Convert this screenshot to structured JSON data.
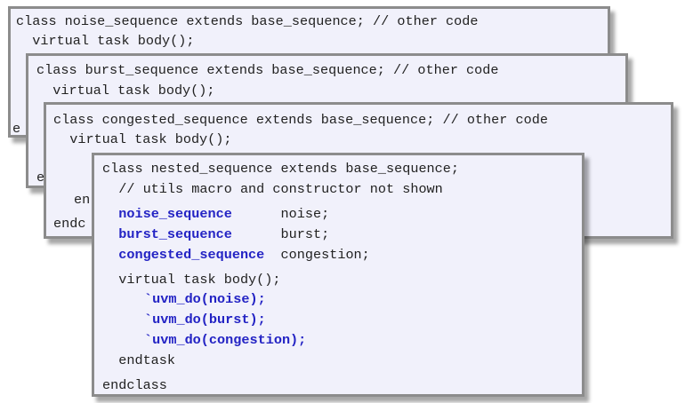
{
  "colors": {
    "panel_background": "#f1f1fb",
    "panel_border": "#8c8c8c",
    "text": "#222222",
    "keyword": "#2323c4"
  },
  "panels": [
    {
      "lines": [
        "class noise_sequence extends base_sequence; // other code",
        "  virtual task body();"
      ],
      "peek": "e"
    },
    {
      "lines": [
        "class burst_sequence extends base_sequence; // other code",
        "  virtual task body();"
      ],
      "peek": "e"
    },
    {
      "lines": [
        "class congested_sequence extends base_sequence; // other code",
        "  virtual task body();"
      ],
      "peek_en": "en",
      "peek_endc": "endc"
    },
    {
      "header": "class nested_sequence extends base_sequence;",
      "comment": "  // utils macro and constructor not shown",
      "declarations": [
        {
          "type": "noise_sequence",
          "pad": "      ",
          "name": "noise;"
        },
        {
          "type": "burst_sequence",
          "pad": "      ",
          "name": "burst;"
        },
        {
          "type": "congested_sequence",
          "pad": "  ",
          "name": "congestion;"
        }
      ],
      "task_line": "  virtual task body();",
      "macros": [
        "`uvm_do(noise);",
        "`uvm_do(burst);",
        "`uvm_do(congestion);"
      ],
      "endtask": "  endtask",
      "endclass": "endclass"
    }
  ]
}
